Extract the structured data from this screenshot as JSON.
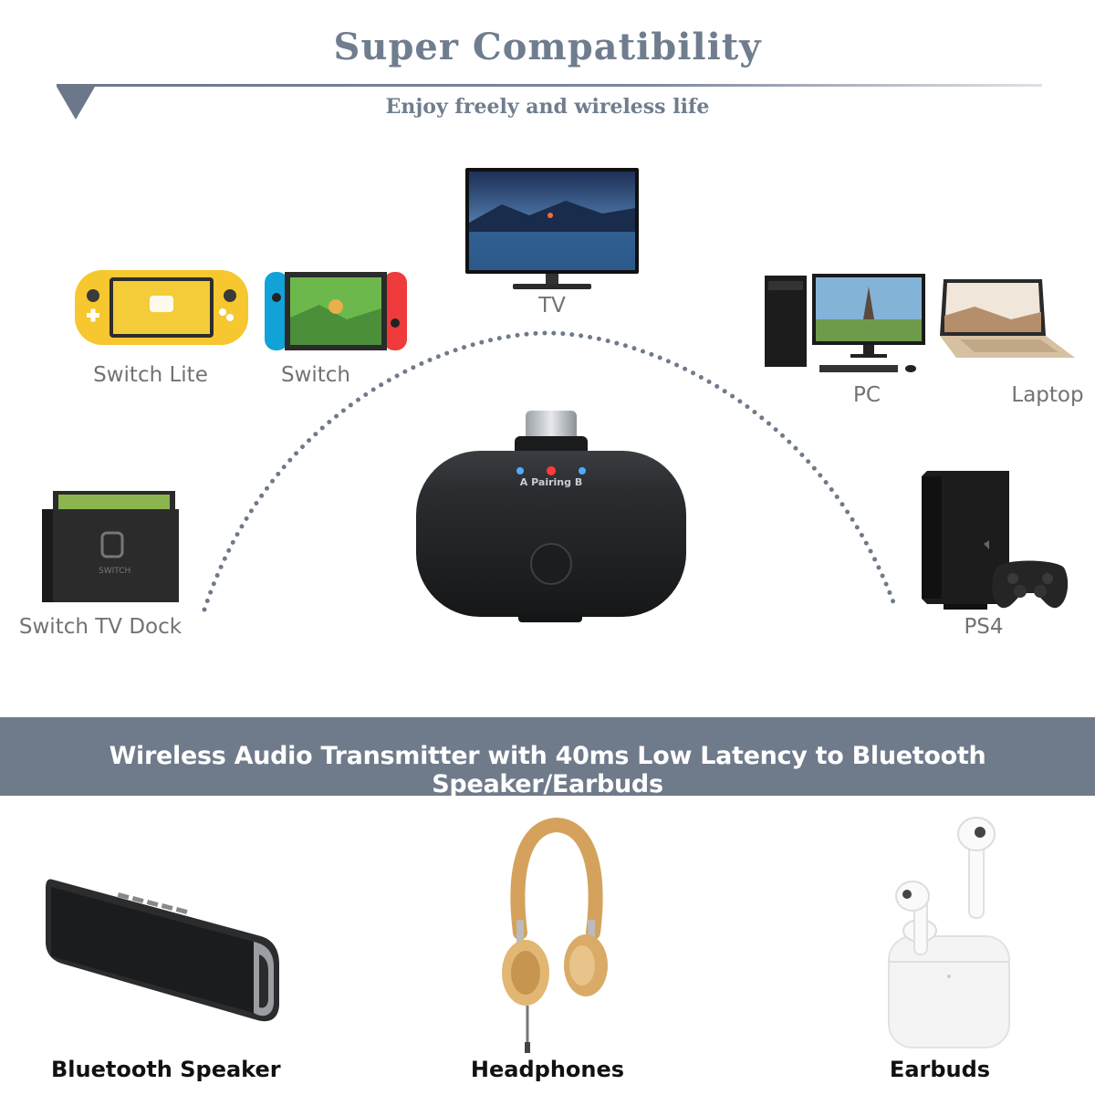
{
  "header": {
    "title": "Super Compatibility",
    "subtitle": "Enjoy freely and wireless life"
  },
  "devices": {
    "tv": "TV",
    "switch_lite": "Switch Lite",
    "switch": "Switch",
    "pc": "PC",
    "laptop": "Laptop",
    "switch_tv_dock": "Switch TV Dock",
    "ps4": "PS4"
  },
  "transmitter": {
    "led_label": "A Pairing B"
  },
  "banner": {
    "text": "Wireless Audio Transmitter with 40ms Low Latency to Bluetooth Speaker/Earbuds"
  },
  "outputs": {
    "speaker": "Bluetooth Speaker",
    "headphones": "Headphones",
    "earbuds": "Earbuds"
  },
  "colors": {
    "heading": "#6f7d8e",
    "band": "#6f7a8a",
    "dots": "#6f7a8a"
  }
}
